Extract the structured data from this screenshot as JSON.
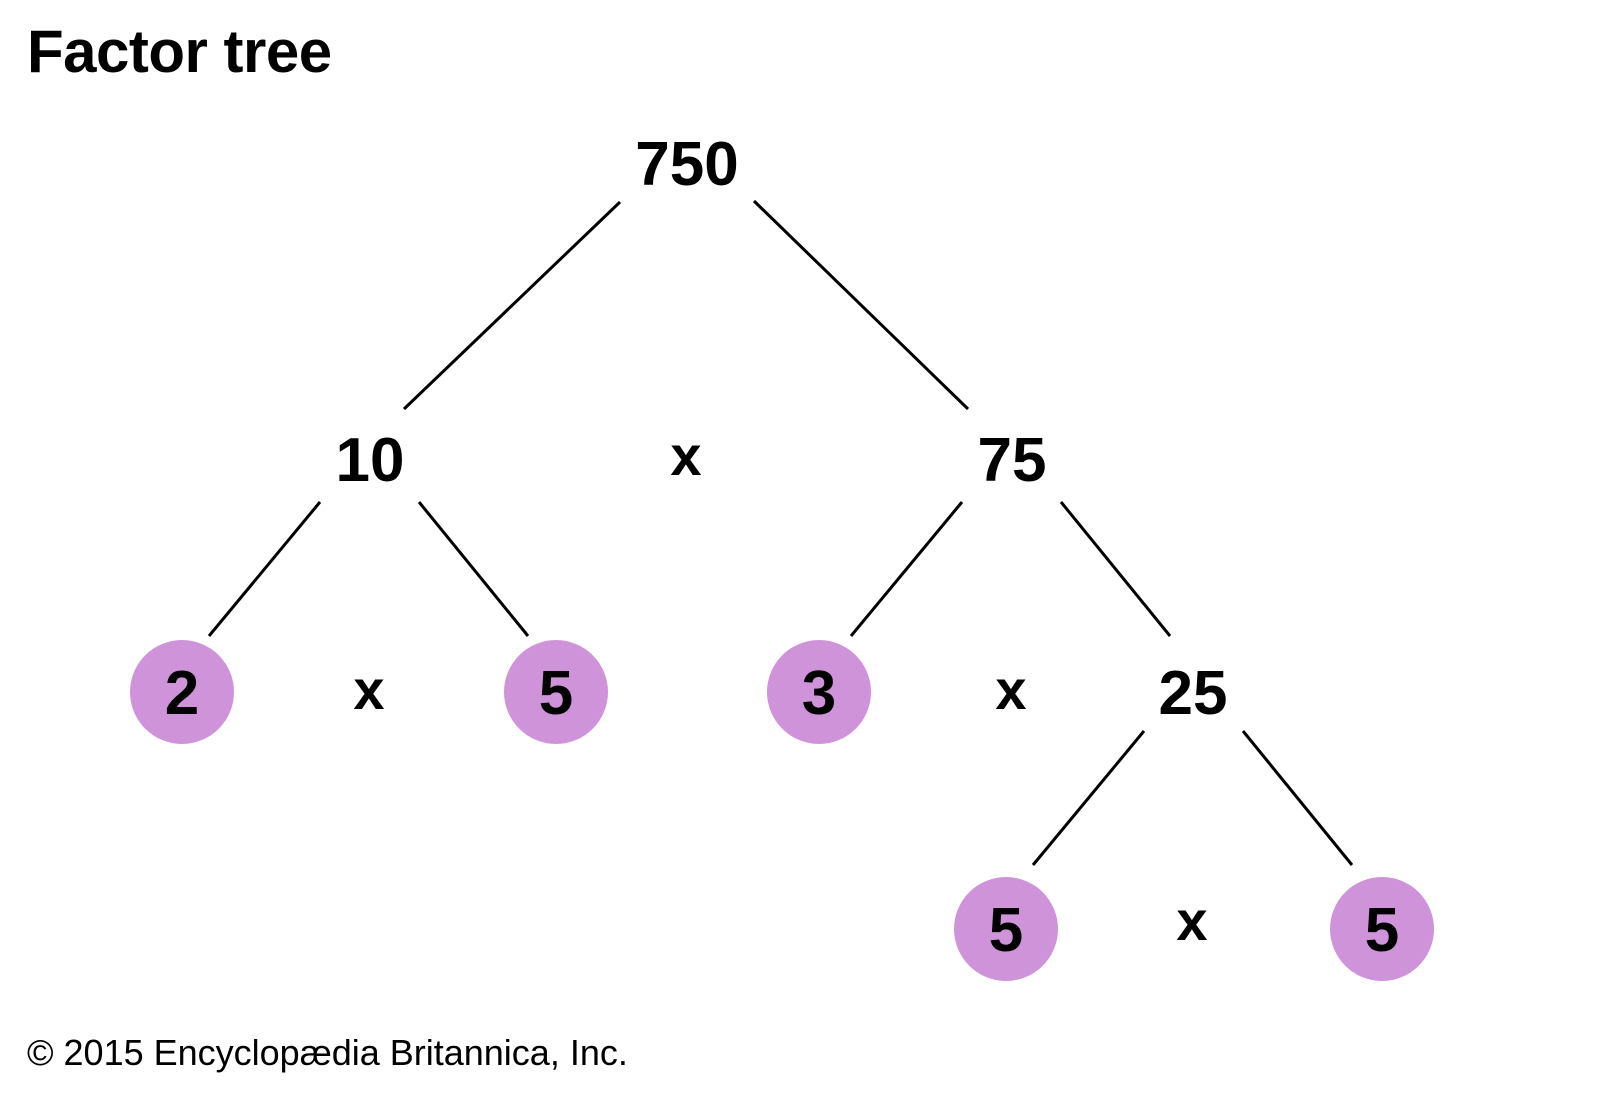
{
  "title": "Factor tree",
  "copyright": "© 2015 Encyclopædia Britannica, Inc.",
  "colors": {
    "prime_circle": "#cf93d9",
    "text": "#000000",
    "lines": "#000000"
  },
  "tree": {
    "root": "750",
    "level1": {
      "left": "10",
      "op": "x",
      "right": "75"
    },
    "level2_left": {
      "left": "2",
      "op": "x",
      "right": "5"
    },
    "level2_right": {
      "left": "3",
      "op": "x",
      "right": "25"
    },
    "level3": {
      "left": "5",
      "op": "x",
      "right": "5"
    }
  },
  "primes": [
    "2",
    "5",
    "3",
    "5",
    "5"
  ]
}
